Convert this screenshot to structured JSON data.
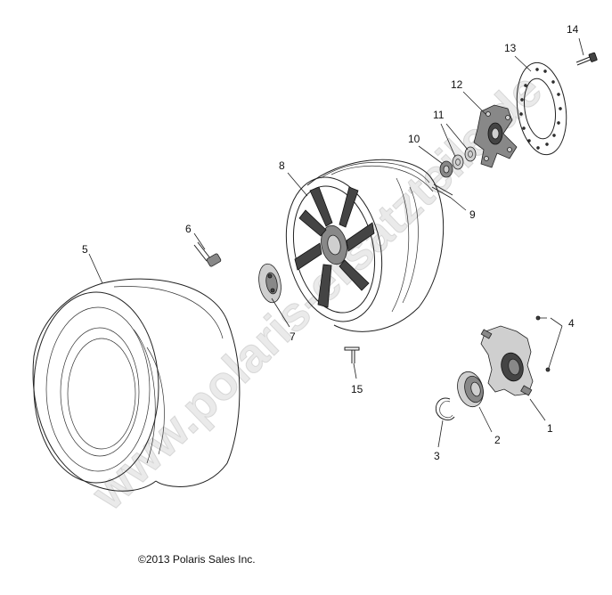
{
  "watermark": "www.polaris-ersatzteile.de",
  "copyright": "©2013 Polaris Sales Inc.",
  "callouts": [
    {
      "id": "1",
      "text": "1"
    },
    {
      "id": "2",
      "text": "2"
    },
    {
      "id": "3",
      "text": "3"
    },
    {
      "id": "4",
      "text": "4"
    },
    {
      "id": "5",
      "text": "5"
    },
    {
      "id": "6",
      "text": "6"
    },
    {
      "id": "7",
      "text": "7"
    },
    {
      "id": "8",
      "text": "8"
    },
    {
      "id": "9",
      "text": "9"
    },
    {
      "id": "10",
      "text": "10"
    },
    {
      "id": "11",
      "text": "11"
    },
    {
      "id": "12",
      "text": "12"
    },
    {
      "id": "13",
      "text": "13"
    },
    {
      "id": "14",
      "text": "14"
    },
    {
      "id": "15",
      "text": "15"
    }
  ]
}
